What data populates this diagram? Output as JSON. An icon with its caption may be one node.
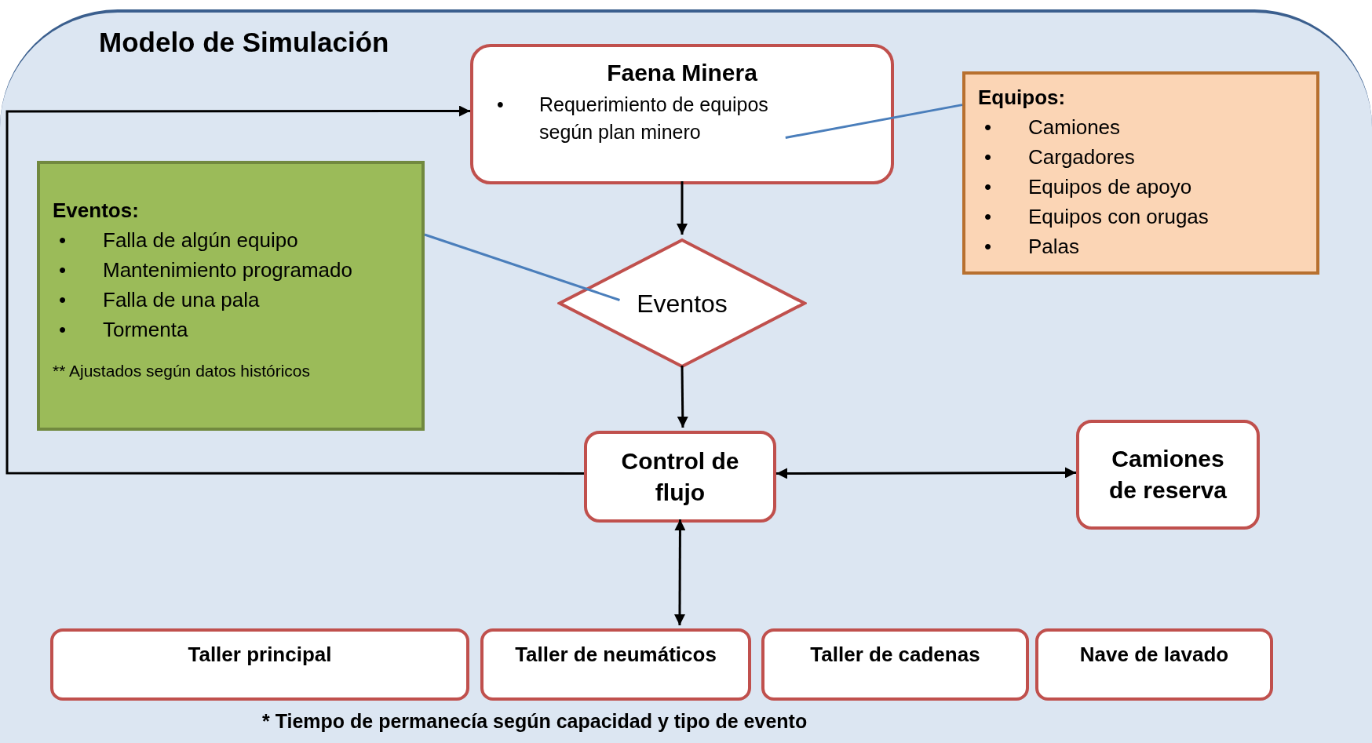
{
  "diagram": {
    "nodes": [
      {
        "text": [
          "Modelo de Simulación"
        ]
      },
      {
        "text": [
          "Faena Minera",
          "•",
          "Requerimiento de equipos según plan minero"
        ],
        "in": 0
      },
      {
        "text": [
          "Equipos:",
          "•",
          "Camiones",
          "•",
          "Cargadores",
          "•",
          "Equipos de apoyo",
          "•",
          "Equipos con orugas",
          "•",
          "Palas"
        ],
        "in": 0
      },
      {
        "text": [
          "Eventos:",
          "•",
          "Falla de algún equipo",
          "•",
          "Mantenimiento programado",
          "•",
          "Falla de una pala",
          "•",
          "Tormenta",
          "** Ajustados según datos históricos"
        ],
        "in": 0
      },
      {
        "text": [
          "Eventos"
        ],
        "in": 0
      },
      {
        "text": [
          "Control de flujo"
        ],
        "in": 0
      },
      {
        "text": [
          "Camiones de reserva"
        ],
        "in": 0
      },
      {
        "text": [
          "Taller principal"
        ],
        "in": 0
      },
      {
        "text": [
          "Taller de neumáticos"
        ],
        "in": 0
      },
      {
        "text": [
          "Taller de cadenas"
        ],
        "in": 0
      },
      {
        "text": [
          "Nave de lavado"
        ],
        "in": 0
      }
    ],
    "edges": [
      {
        "from": 1,
        "to": 4,
        "arrow": "to"
      },
      {
        "from": 4,
        "to": 5,
        "arrow": "to"
      },
      {
        "from": 5,
        "to": 1,
        "arrow": "to"
      },
      {
        "from": 5,
        "to": 6,
        "arrow": "both"
      },
      {
        "from": 5,
        "to": 8,
        "arrow": "both"
      },
      {
        "from": 2,
        "to": 1,
        "arrow": "none",
        "color": "#4a7ebb"
      },
      {
        "from": 3,
        "to": 4,
        "arrow": "none",
        "color": "#4a7ebb"
      }
    ],
    "labels": [
      "* Tiempo de permanecía según capacidad y tipo de evento"
    ]
  }
}
